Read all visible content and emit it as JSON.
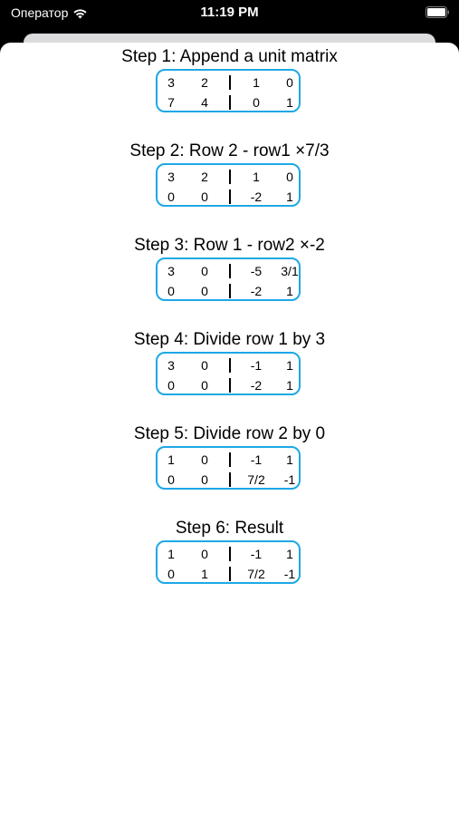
{
  "status_bar": {
    "carrier": "Оператор",
    "time": "11:19 PM"
  },
  "steps": [
    {
      "title": "Step 1: Append a unit matrix",
      "rows": [
        [
          "3",
          "2",
          "1",
          "0"
        ],
        [
          "7",
          "4",
          "0",
          "1"
        ]
      ]
    },
    {
      "title": "Step 2: Row 2 - row1 ×7/3",
      "rows": [
        [
          "3",
          "2",
          "1",
          "0"
        ],
        [
          "0",
          "0",
          "-2",
          "1"
        ]
      ]
    },
    {
      "title": "Step 3: Row 1 - row2 ×-2",
      "rows": [
        [
          "3",
          "0",
          "-5",
          "3/1"
        ],
        [
          "0",
          "0",
          "-2",
          "1"
        ]
      ]
    },
    {
      "title": "Step 4: Divide row 1 by 3",
      "rows": [
        [
          "3",
          "0",
          "-1",
          "1"
        ],
        [
          "0",
          "0",
          "-2",
          "1"
        ]
      ]
    },
    {
      "title": "Step 5: Divide row 2 by 0",
      "rows": [
        [
          "1",
          "0",
          "-1",
          "1"
        ],
        [
          "0",
          "0",
          "7/2",
          "-1"
        ]
      ]
    },
    {
      "title": "Step 6: Result",
      "rows": [
        [
          "1",
          "0",
          "-1",
          "1"
        ],
        [
          "0",
          "1",
          "7/2",
          "-1"
        ]
      ]
    }
  ],
  "colors": {
    "matrix_border": "#1ea8e6",
    "background": "#ffffff"
  },
  "icons": {
    "wifi": "wifi-icon",
    "battery": "battery-icon"
  }
}
